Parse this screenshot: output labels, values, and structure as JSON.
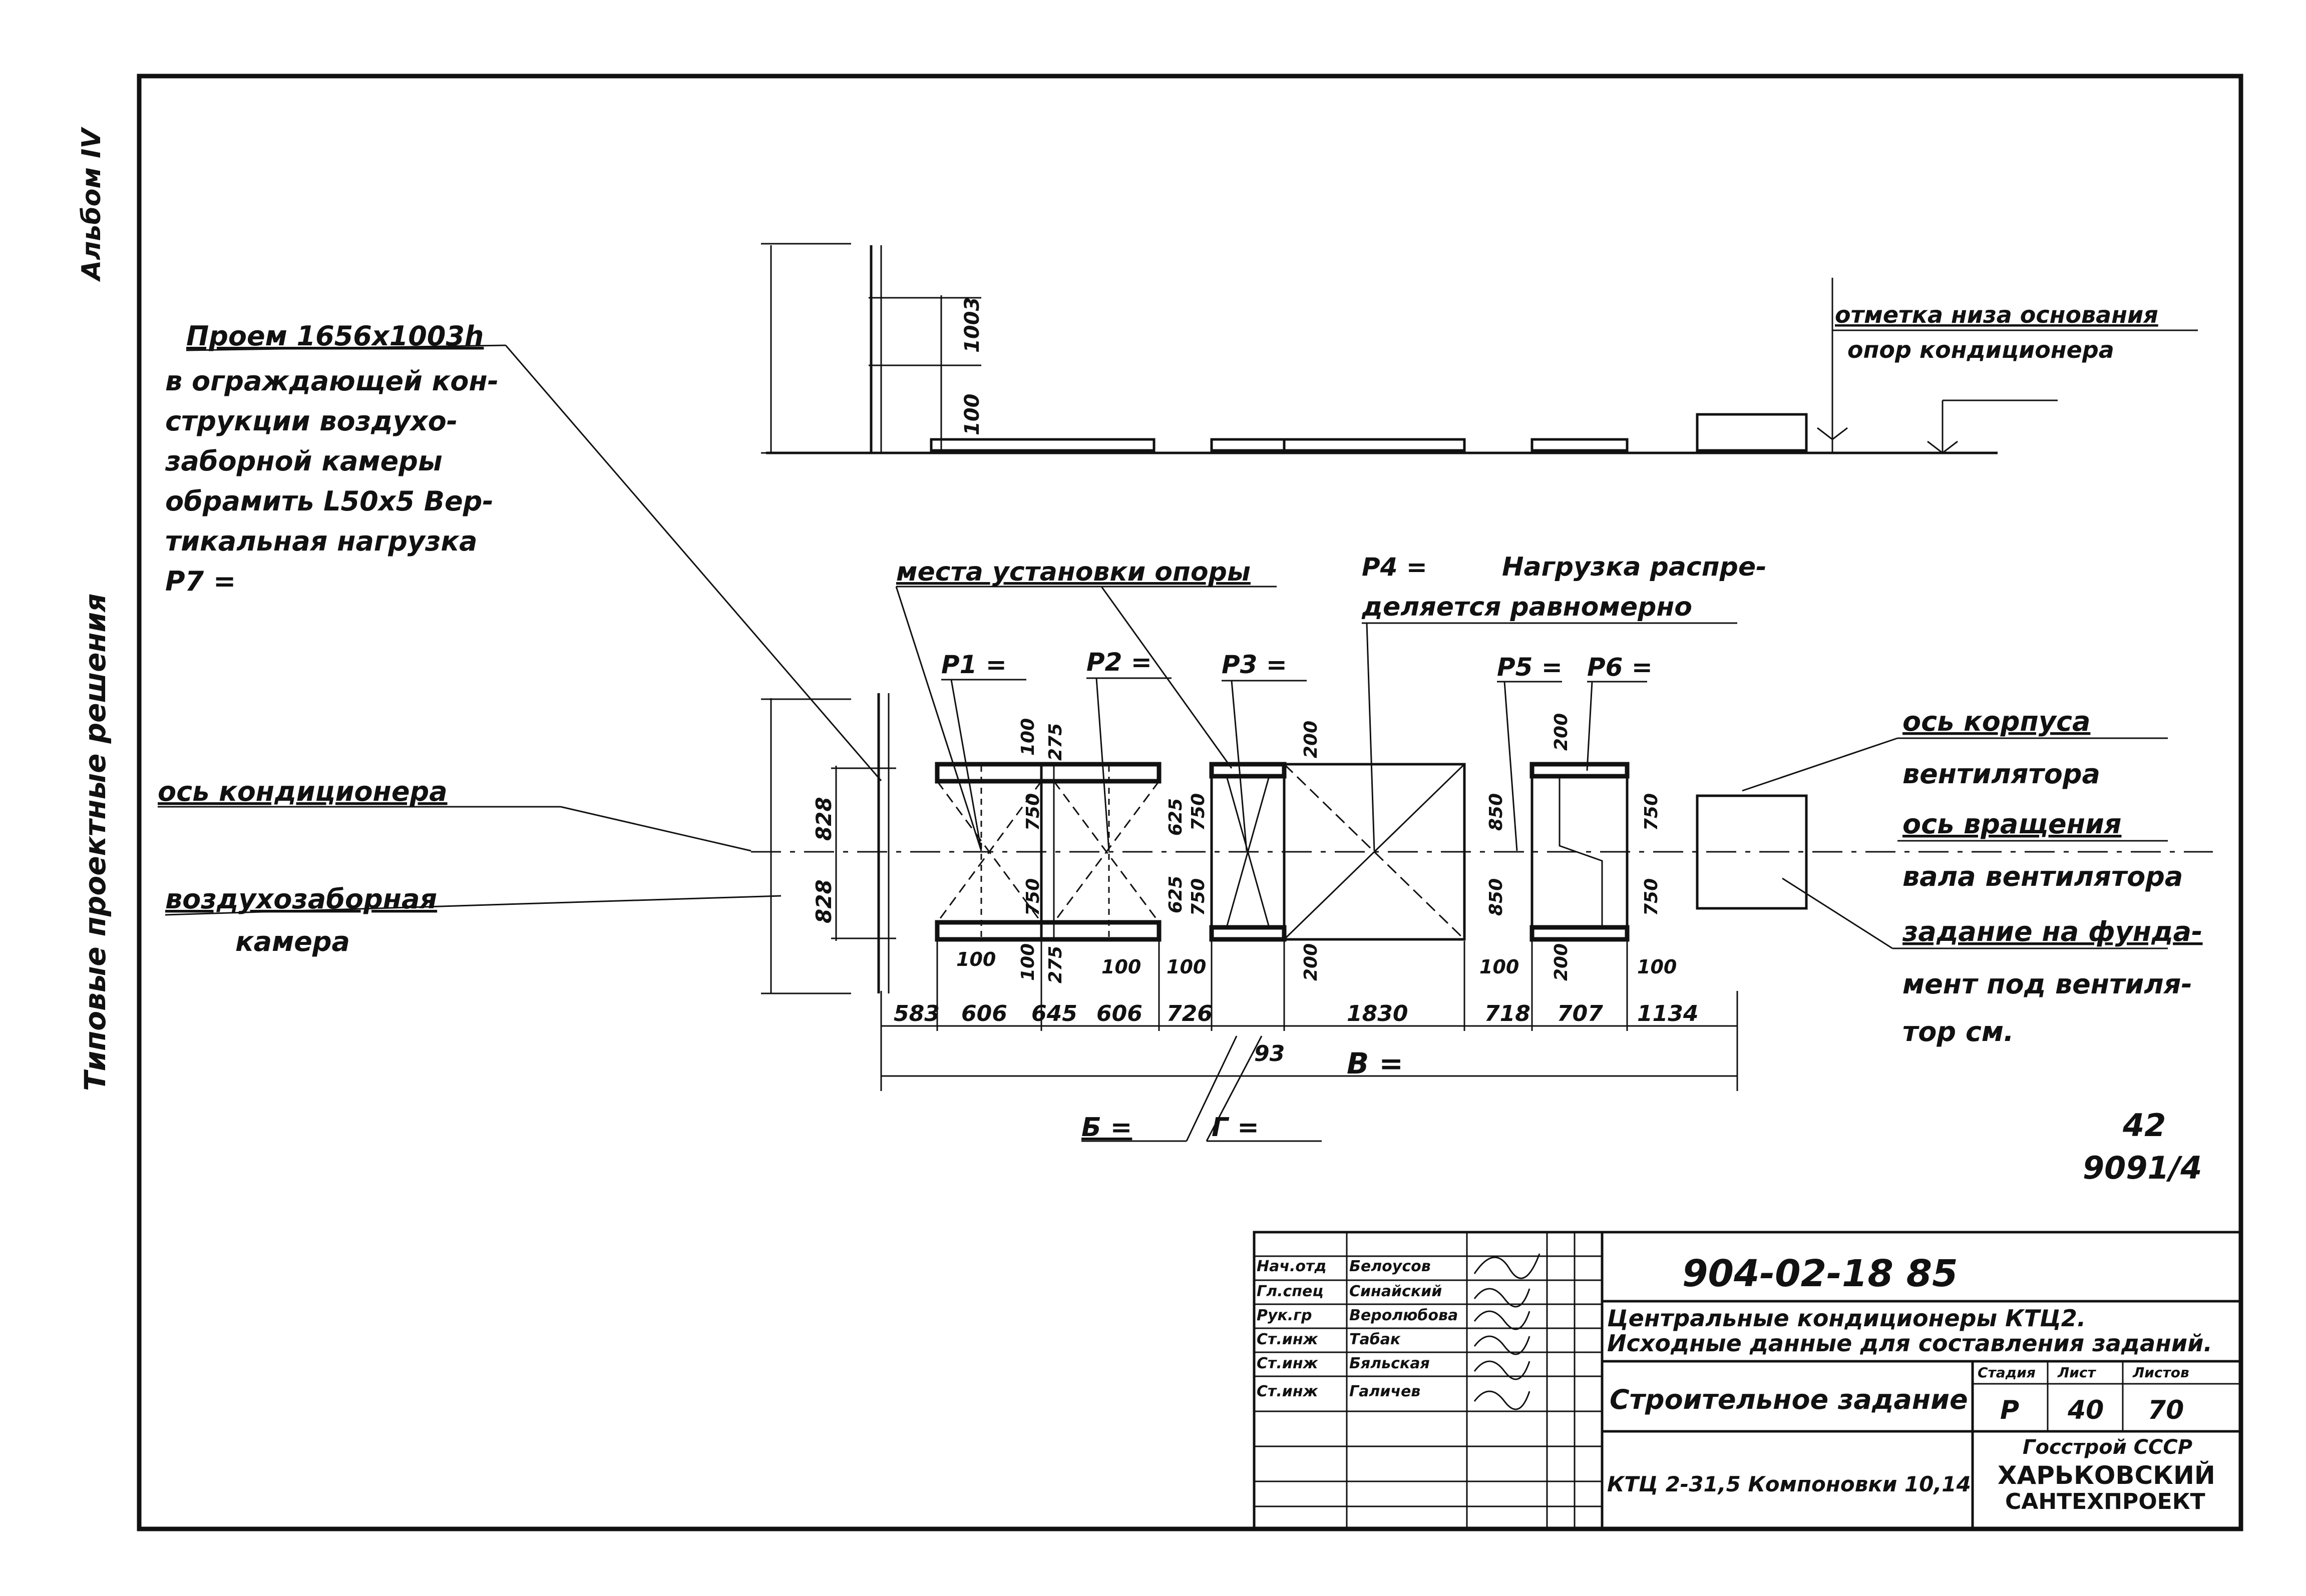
{
  "side": {
    "album": "Альбом IV",
    "series": "Типовые проектные решения"
  },
  "sheet_code": {
    "number": "42",
    "code": "9091/4"
  },
  "annotations": {
    "opening": "Проем 1656x1003h",
    "opening_text": [
      "в ограждающей кон-",
      "струкции воздухо-",
      "заборной камеры",
      "обрамить L50x5 Вер-",
      "тикальная нагрузка",
      "P7 ="
    ],
    "base_mark": "отметка низа основания",
    "base_mark_2": "опор кондиционера",
    "support_places": "места установки опоры",
    "p4": "P4 =",
    "load_dist_1": "Нагрузка распре-",
    "load_dist_2": "деляется равномерно",
    "axis_conditioner": "ось кондиционера",
    "intake_1": "воздухозаборная",
    "intake_2": "камера",
    "axis_housing_1": "ось корпуса",
    "axis_housing_2": "вентилятора",
    "axis_rotation_1": "ось вращения",
    "axis_rotation_2": "вала вентилятора",
    "task_1": "задание на фунда-",
    "task_2": "мент под вентиля-",
    "task_3": "тор см.",
    "b_label": "Б =",
    "g_label": "Г =",
    "v_label": "В =",
    "p1": "P1 =",
    "p2": "P2 =",
    "p3": "P3 =",
    "p5": "P5 =",
    "p6": "P6 ="
  },
  "dims": {
    "elev_1003": "1003",
    "elev_100": "100",
    "d828_top": "828",
    "d828_bot": "828",
    "bottom_chain": [
      "583",
      "606",
      "645",
      "606",
      "726",
      "1830",
      "718",
      "707",
      "1134"
    ],
    "d93": "93",
    "d100_a": "100",
    "d100_b": "100",
    "d100_c": "100",
    "d100_d": "100",
    "d100_e": "100",
    "d100_f": "100",
    "d100_g": "100",
    "d275_a": "275",
    "d275_b": "275",
    "d750_a": "750",
    "d750_b": "750",
    "d625_a": "625",
    "d625_b": "625",
    "d750_c": "750",
    "d750_d": "750",
    "d200_a": "200",
    "d200_b": "200",
    "d850_a": "850",
    "d850_b": "850",
    "d200_c": "200",
    "d200_d": "200",
    "d750_e": "750",
    "d750_f": "750"
  },
  "title_block": {
    "doc_number": "904-02-18 85",
    "title_1": "Центральные кондиционеры КТЦ2.",
    "title_2": "Исходные данные для составления заданий.",
    "sheet_title": "Строительное задание",
    "variant": "КТЦ 2-31,5 Компоновки 10,14",
    "stage_h": "Стадия",
    "sheet_h": "Лист",
    "sheets_h": "Листов",
    "stage": "Р",
    "sheet": "40",
    "sheets": "70",
    "org_1": "Госстрой СССР",
    "org_2": "ХАРЬКОВСКИЙ",
    "org_3": "САНТЕХПРОЕКТ",
    "staff": [
      {
        "role": "Нач.отд",
        "name": "Белоусов"
      },
      {
        "role": "Гл.спец",
        "name": "Синайский"
      },
      {
        "role": "Рук.гр",
        "name": "Веролюбова"
      },
      {
        "role": "Ст.инж",
        "name": "Табак"
      },
      {
        "role": "Ст.инж",
        "name": "Бяльская"
      },
      {
        "role": "Ст.инж",
        "name": "Галичев"
      }
    ]
  }
}
